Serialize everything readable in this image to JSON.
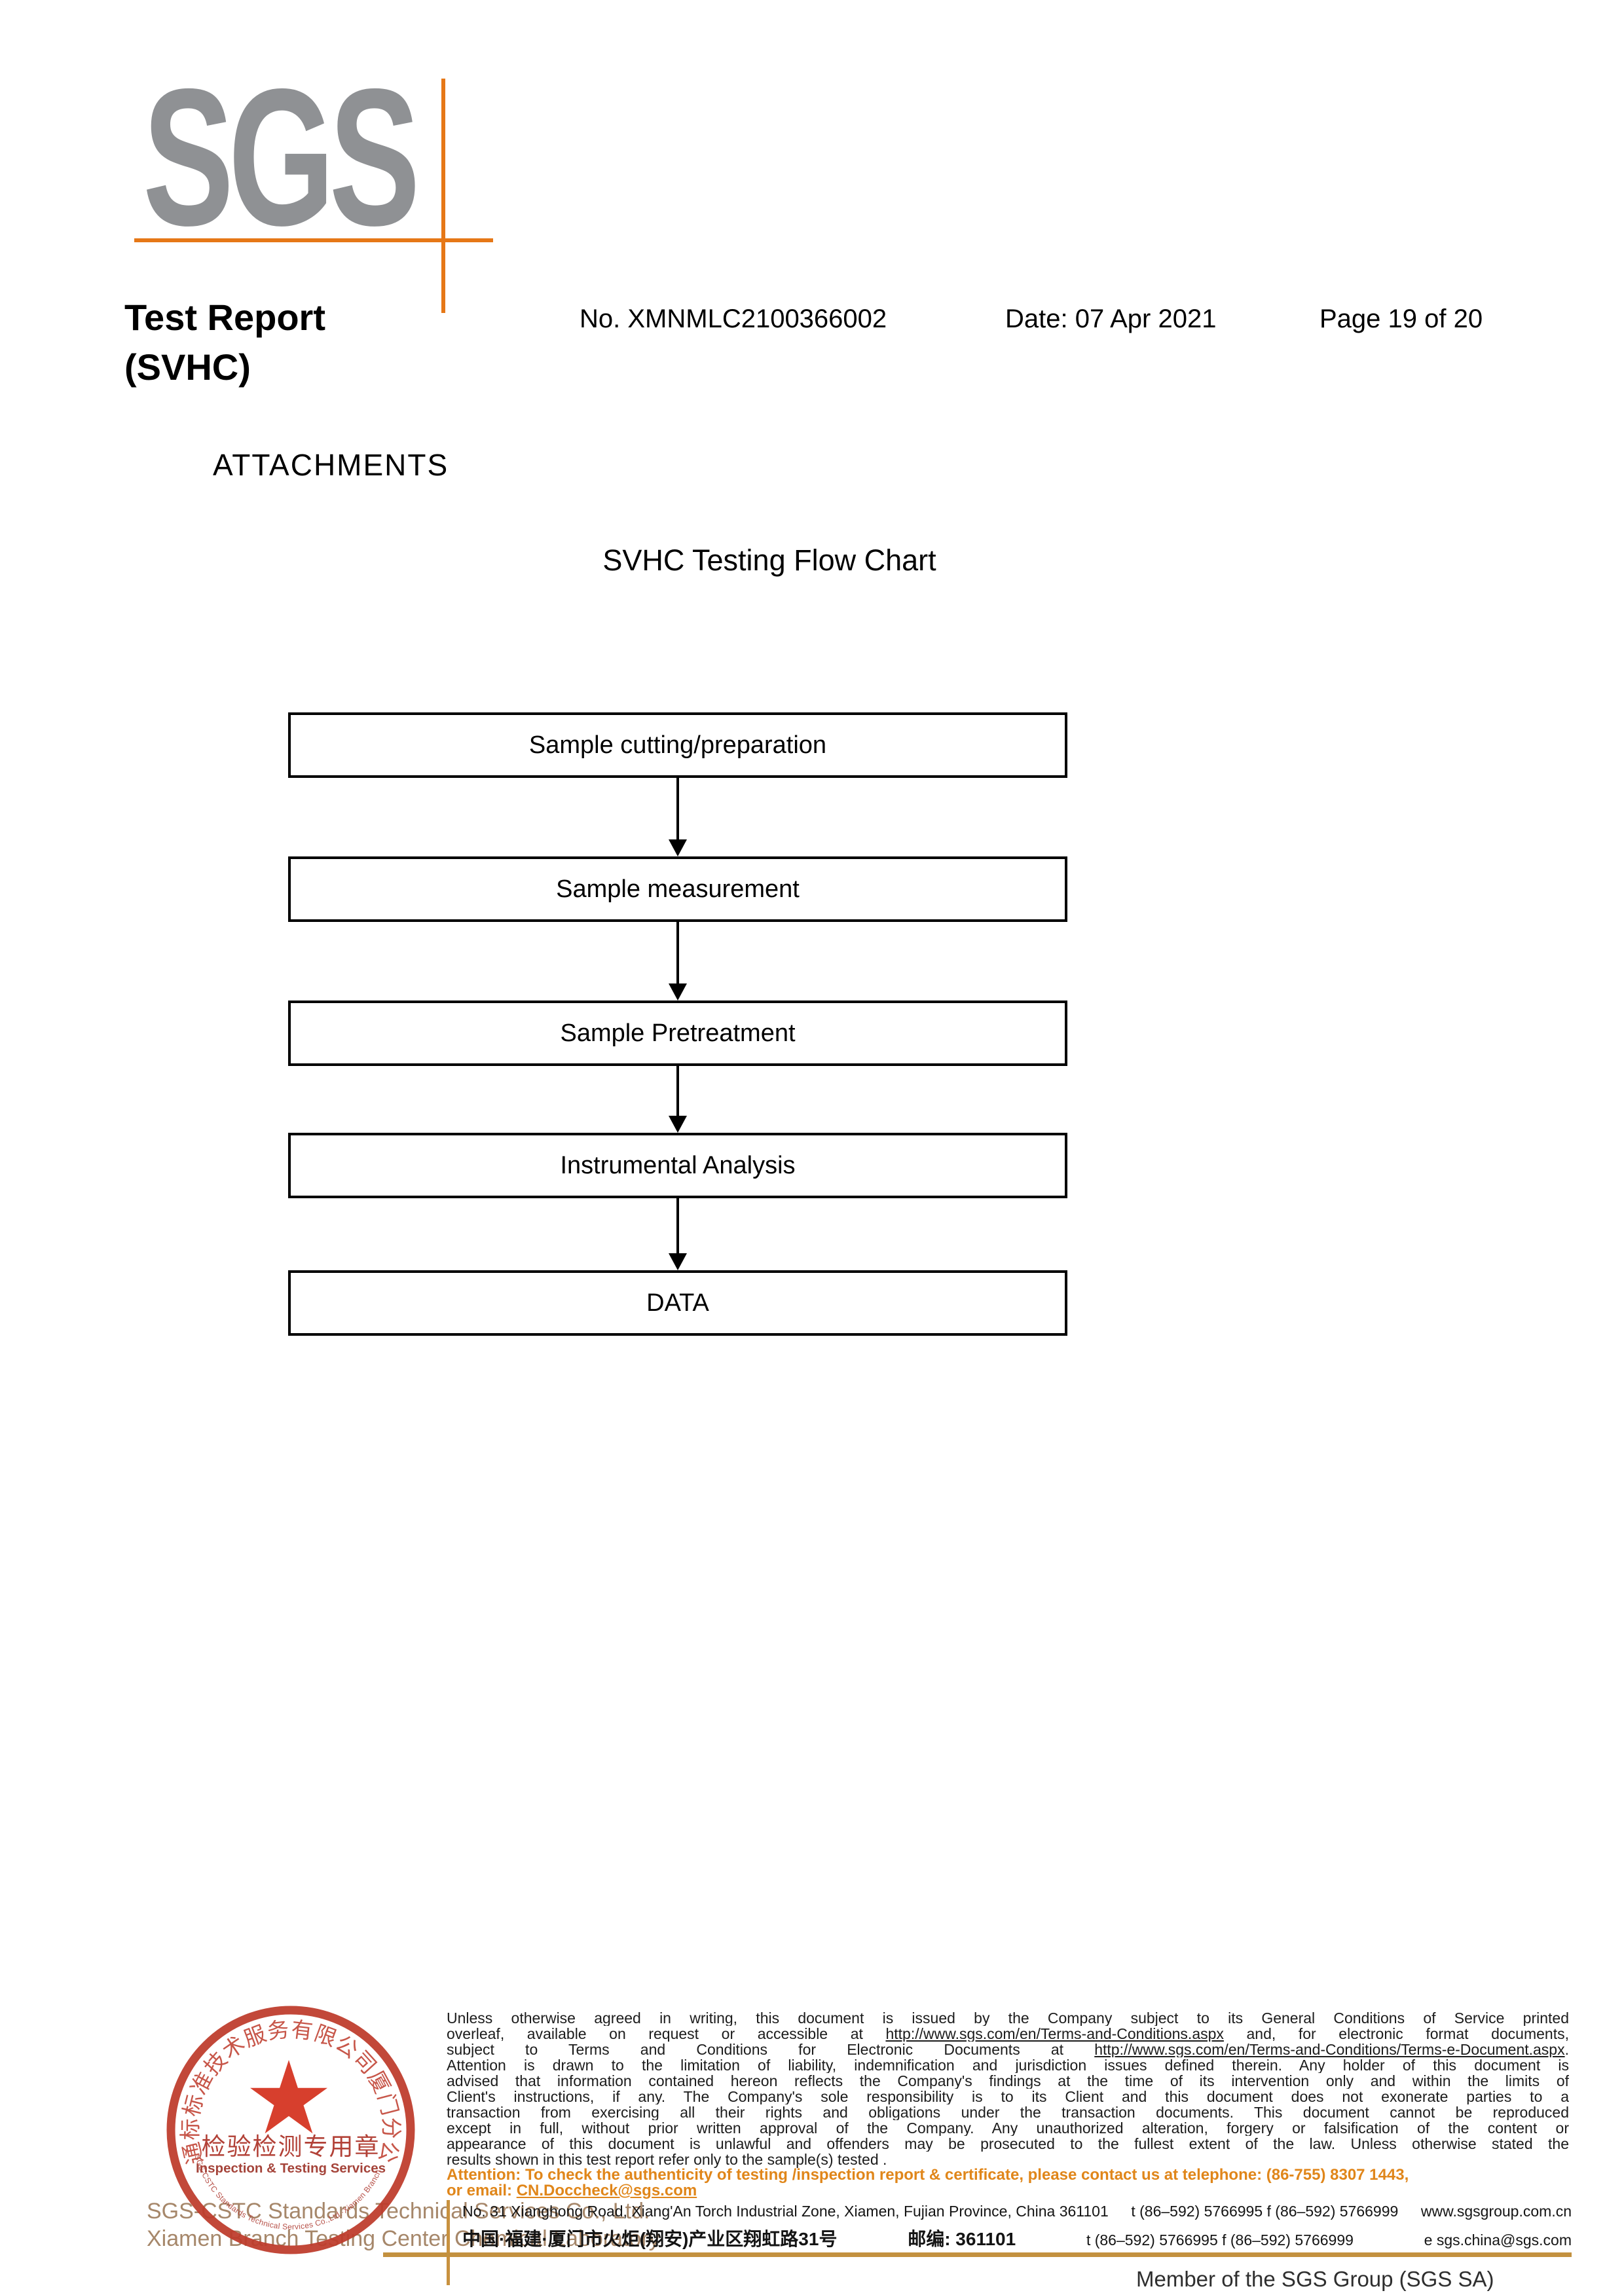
{
  "logo": {
    "text": "SGS"
  },
  "header": {
    "title_line1": "Test Report",
    "title_line2": "(SVHC)",
    "report_no": "No. XMNMLC2100366002",
    "date": "Date: 07 Apr 2021",
    "page_info": "Page 19 of 20"
  },
  "attachments_heading": "ATTACHMENTS",
  "flowchart": {
    "title": "SVHC Testing Flow Chart",
    "steps": [
      "Sample cutting/preparation",
      "Sample measurement",
      "Sample Pretreatment",
      "Instrumental Analysis",
      "DATA"
    ]
  },
  "stamp": {
    "top_text": "通标标准技术服务有限公司厦门分公司",
    "line1": "检验检测专用章",
    "line2": "Inspection & Testing Services",
    "bottom_text": "SGS-CSTC Standards Technical Services Co.,Ltd.·Xiamen Branch",
    "ring_color": "#BE3B2B",
    "star_color": "#D5311E"
  },
  "company": {
    "line1": "SGS-CSTC Standards Technical Services Co., Ltd.",
    "line2": "Xiamen Branch Testing Center Chemical Laboratory"
  },
  "disclaimer": {
    "l1": "Unless otherwise agreed in writing, this document is issued by the Company subject to its General Conditions of Service printed",
    "l2a": "overleaf, available on request or accessible at ",
    "l2url": "http://www.sgs.com/en/Terms-and-Conditions.aspx",
    "l2b": " and, for electronic format documents,",
    "l3a": "subject to Terms and Conditions for Electronic Documents at ",
    "l3url": "http://www.sgs.com/en/Terms-and-Conditions/Terms-e-Document.aspx",
    "l3b": ".",
    "l4": "Attention is drawn to the limitation of liability, indemnification and jurisdiction issues defined therein. Any holder of this document is",
    "l5": "advised that information contained hereon reflects the Company's findings at the time of its intervention only and within the limits of",
    "l6": "Client's instructions, if any. The Company's sole responsibility is to its Client and this document does not exonerate parties to a",
    "l7": "transaction from exercising all their rights and obligations under the transaction documents. This document cannot be reproduced",
    "l8": "except in full, without prior written approval of the Company. Any unauthorized alteration, forgery or falsification of the content or",
    "l9": "appearance of this document is unlawful and offenders may be prosecuted to the fullest extent of the law. Unless otherwise stated the",
    "l10": "results shown in this test report refer only to the sample(s) tested .",
    "att1": "Attention: To check the authenticity of testing /inspection report & certificate, please contact us at telephone: (86-755) 8307 1443,",
    "att2a": "or email: ",
    "att2b": "CN.Doccheck@sgs.com"
  },
  "address": {
    "en_address": "No. 31 Xianghong Road, Xiang'An Torch Industrial Zone, Xiamen, Fujian Province, China  361101",
    "en_contact": "t (86–592) 5766995  f (86–592) 5766999",
    "en_web": "www.sgsgroup.com.cn",
    "cn_address": "中国·福建·厦门市火炬(翔安)产业区翔虹路31号",
    "cn_zip": "邮编: 361101",
    "cn_contact": "t (86–592) 5766995  f (86–592) 5766999",
    "cn_email": "e  sgs.china@sgs.com"
  },
  "footer_member": "Member of the SGS Group (SGS SA)"
}
